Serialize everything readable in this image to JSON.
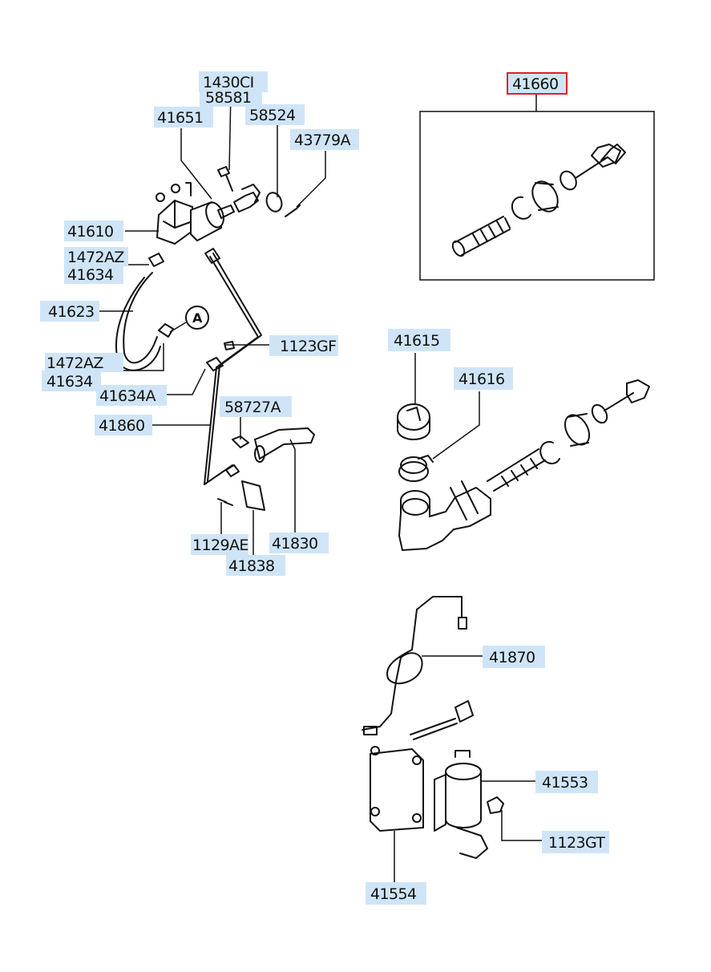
{
  "diagram": {
    "callout_A": "A",
    "labels": [
      {
        "id": "l_1430cj",
        "text": "1430CJ"
      },
      {
        "id": "l_58581",
        "text": "58581"
      },
      {
        "id": "l_41651",
        "text": "41651"
      },
      {
        "id": "l_58524",
        "text": "58524"
      },
      {
        "id": "l_43779a",
        "text": "43779A"
      },
      {
        "id": "l_41610",
        "text": "41610"
      },
      {
        "id": "l_1472az_1",
        "text": "1472AZ"
      },
      {
        "id": "l_41634_1",
        "text": "41634"
      },
      {
        "id": "l_41623",
        "text": "41623"
      },
      {
        "id": "l_1472az_2",
        "text": "1472AZ"
      },
      {
        "id": "l_41634_2",
        "text": "41634"
      },
      {
        "id": "l_1123gf",
        "text": "1123GF"
      },
      {
        "id": "l_41634a",
        "text": "41634A"
      },
      {
        "id": "l_58727a",
        "text": "58727A"
      },
      {
        "id": "l_41860",
        "text": "41860"
      },
      {
        "id": "l_1129ae",
        "text": "1129AE"
      },
      {
        "id": "l_41830",
        "text": "41830"
      },
      {
        "id": "l_41838",
        "text": "41838"
      },
      {
        "id": "l_41660",
        "text": "41660",
        "highlighted": true
      },
      {
        "id": "l_41615",
        "text": "41615"
      },
      {
        "id": "l_41616",
        "text": "41616"
      },
      {
        "id": "l_41870",
        "text": "41870"
      },
      {
        "id": "l_41553",
        "text": "41553"
      },
      {
        "id": "l_1123gt",
        "text": "1123GT"
      },
      {
        "id": "l_41554",
        "text": "41554"
      }
    ],
    "highlight_color": "#e02020",
    "label_background": "#cfe5f7"
  }
}
